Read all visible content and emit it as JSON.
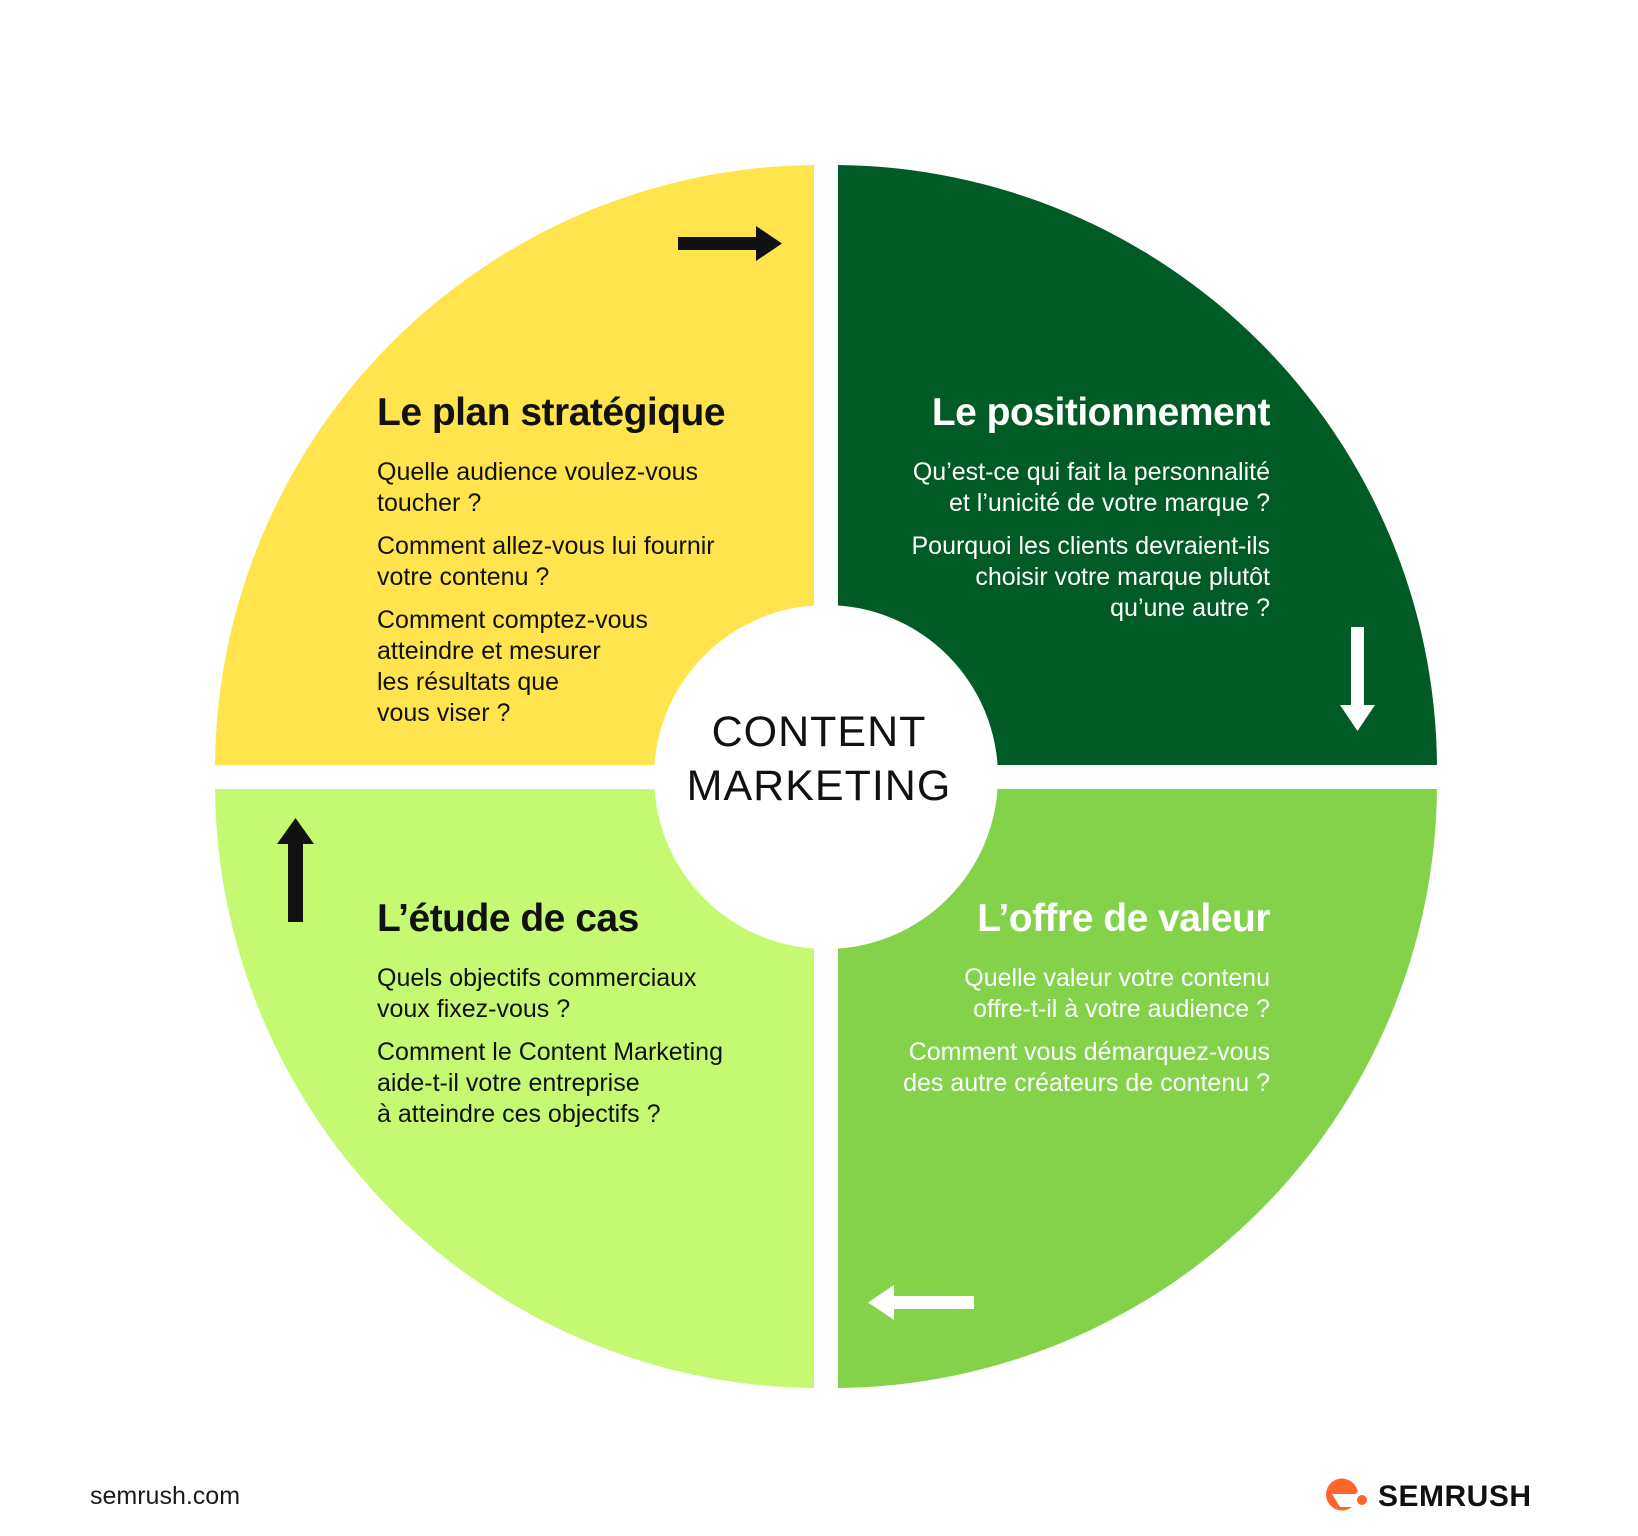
{
  "center": {
    "label": "CONTENT\nMARKETING"
  },
  "quadrants": [
    {
      "id": "top-left",
      "title": "Le plan stratégique",
      "questions": [
        "Quelle audience voulez-vous\ntoucher ?",
        "Comment allez-vous lui fournir\nvotre contenu ?",
        "Comment comptez-vous\natteindre et mesurer\nles résultats que\nvous viser ?"
      ],
      "color": "#FFE44D"
    },
    {
      "id": "top-right",
      "title": "Le positionnement",
      "questions": [
        "Qu’est-ce qui fait la personnalité\net l’unicité de votre marque ?",
        "Pourquoi les clients devraient-ils\nchoisir votre marque plutôt\nqu’une autre ?"
      ],
      "color": "#005B26"
    },
    {
      "id": "bottom-right",
      "title": "L’offre de valeur",
      "questions": [
        "Quelle valeur votre contenu\noffre-t-il à votre audience ?",
        "Comment vous démarquez-vous\ndes autre créateurs de contenu ?"
      ],
      "color": "#84D24A"
    },
    {
      "id": "bottom-left",
      "title": "L’étude de cas",
      "questions": [
        "Quels objectifs commerciaux\nvoux fixez-vous ?",
        "Comment le Content Marketing\naide-t-il votre entreprise\nà atteindre ces objectifs ?"
      ],
      "color": "#C5F972"
    }
  ],
  "arrows": [
    {
      "name": "arrow-right-icon",
      "color": "#111111"
    },
    {
      "name": "arrow-down-icon",
      "color": "#ffffff"
    },
    {
      "name": "arrow-left-icon",
      "color": "#ffffff"
    },
    {
      "name": "arrow-up-icon",
      "color": "#111111"
    }
  ],
  "footer": {
    "url": "semrush.com",
    "brand": "SEMRUSH",
    "brand_color": "#FF642D"
  }
}
